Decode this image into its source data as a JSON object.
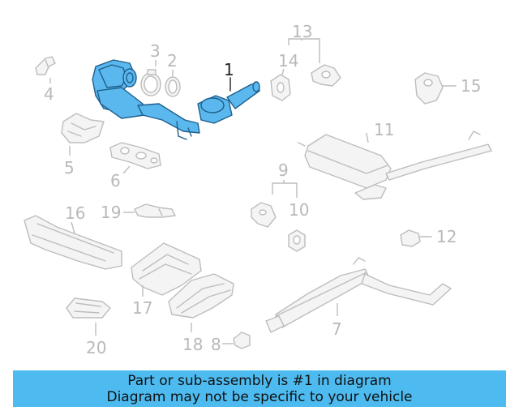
{
  "labels": {
    "p1": "1",
    "p2": "2",
    "p3": "3",
    "p4": "4",
    "p5": "5",
    "p6": "6",
    "p7": "7",
    "p8": "8",
    "p9": "9",
    "p10": "10",
    "p11": "11",
    "p12": "12",
    "p13": "13",
    "p14": "14",
    "p15": "15",
    "p16": "16",
    "p17": "17",
    "p18": "18",
    "p19": "19",
    "p20": "20"
  },
  "banner": {
    "line1": "Part or sub-assembly is #1 in diagram",
    "line2": "Diagram may not be specific to your vehicle"
  },
  "colors": {
    "highlight": "#5ab8ee",
    "banner": "#4dbbf0",
    "label_gray": "#b9b9b9"
  }
}
